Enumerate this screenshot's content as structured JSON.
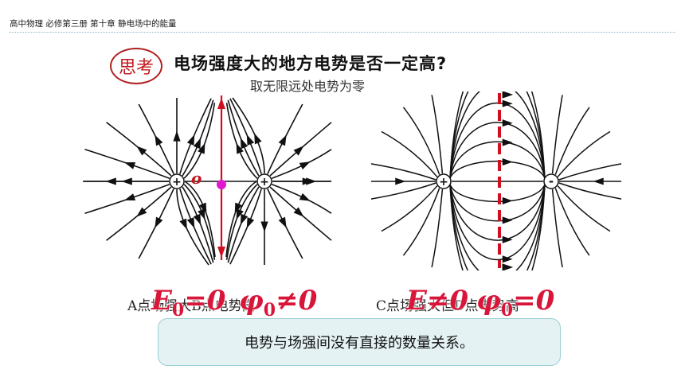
{
  "header": {
    "title": "高中物理  必修第三册   第十章 静电场中的能量"
  },
  "think_badge": "思考",
  "question": "电场强度大的地方电势是否一定高?",
  "note": "取无限远处电势为零",
  "left_diagram": {
    "point_label": "o",
    "charge_left": "+",
    "charge_right": "+"
  },
  "right_diagram": {
    "charge_left": "+",
    "charge_right": "-"
  },
  "captions": {
    "left": "A点场强大B点电势高",
    "right": "C点场强大但D点电势高"
  },
  "formulas": {
    "e0_sym": "E",
    "e0_sub": "0",
    "e0_rest": "=0",
    "phi_neq_sym": "φ",
    "phi_neq_sub": "0",
    "phi_neq_rest": "≠0",
    "e_neq": "E≠0",
    "phi0_sym": "φ",
    "phi0_sub": "0",
    "phi0_rest": "=0"
  },
  "conclusion": "电势与场强间没有直接的数量关系。",
  "colors": {
    "accent_red": "#d8163a",
    "badge_red": "#c0181f",
    "box_bg": "#e4f2f3",
    "point_magenta": "#e01ad0"
  }
}
